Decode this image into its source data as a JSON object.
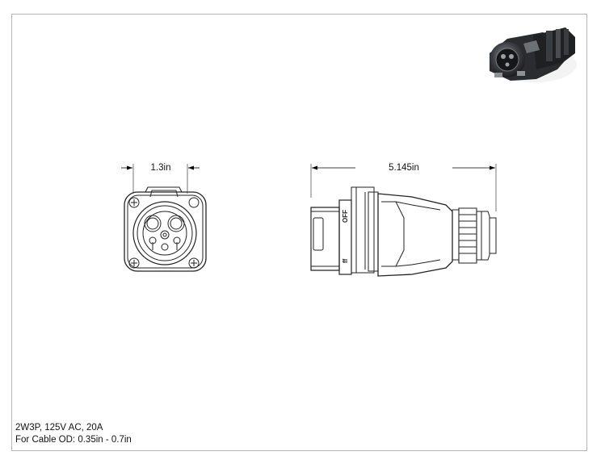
{
  "drawing": {
    "dimensions": {
      "front_width": "1.3in",
      "side_length": "5.145in"
    },
    "body_marks": {
      "off_label": "OFF",
      "on_label": "ff"
    },
    "specs": {
      "rating": "2W3P, 125V AC, 20A",
      "cable_od": "For Cable OD: 0.35in - 0.7in"
    }
  }
}
